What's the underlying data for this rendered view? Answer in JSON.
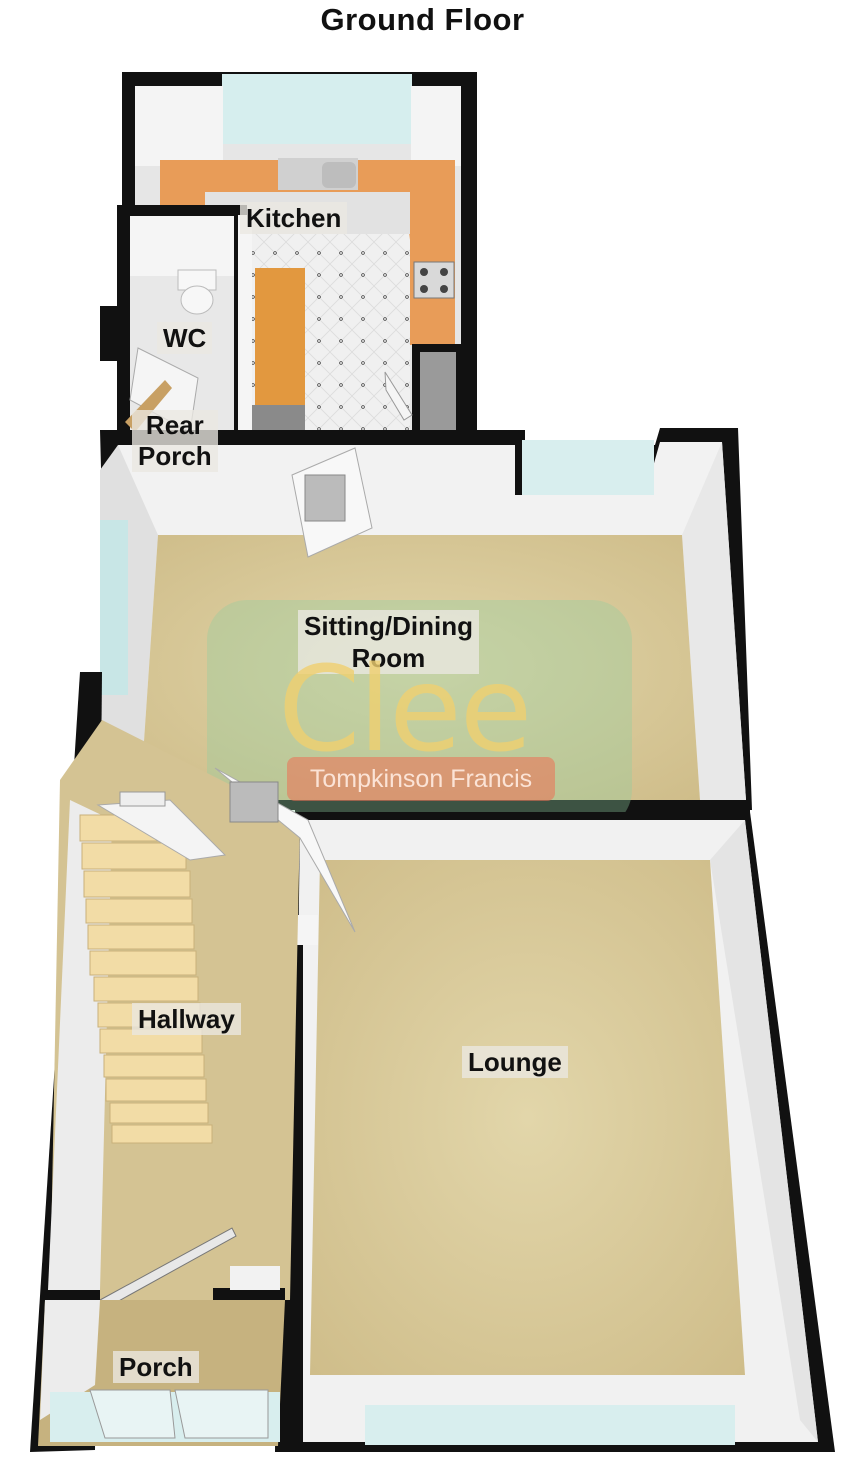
{
  "title": "Ground Floor",
  "rooms": {
    "kitchen": "Kitchen",
    "wc": "WC",
    "rear_porch_line1": "Rear",
    "rear_porch_line2": "Porch",
    "sitting_line1": "Sitting/Dining",
    "sitting_line2": "Room",
    "hallway": "Hallway",
    "lounge": "Lounge",
    "porch": "Porch"
  },
  "watermark": {
    "brand": "Clee",
    "sub": "Tompkinson Francis"
  },
  "colors": {
    "wall": "#000000",
    "carpet": "#d8c89a",
    "worktop": "#e69a55",
    "floor_tile": "#eeeeee",
    "window": "#cfeaea",
    "brand_bg": "#8fcfa0"
  }
}
